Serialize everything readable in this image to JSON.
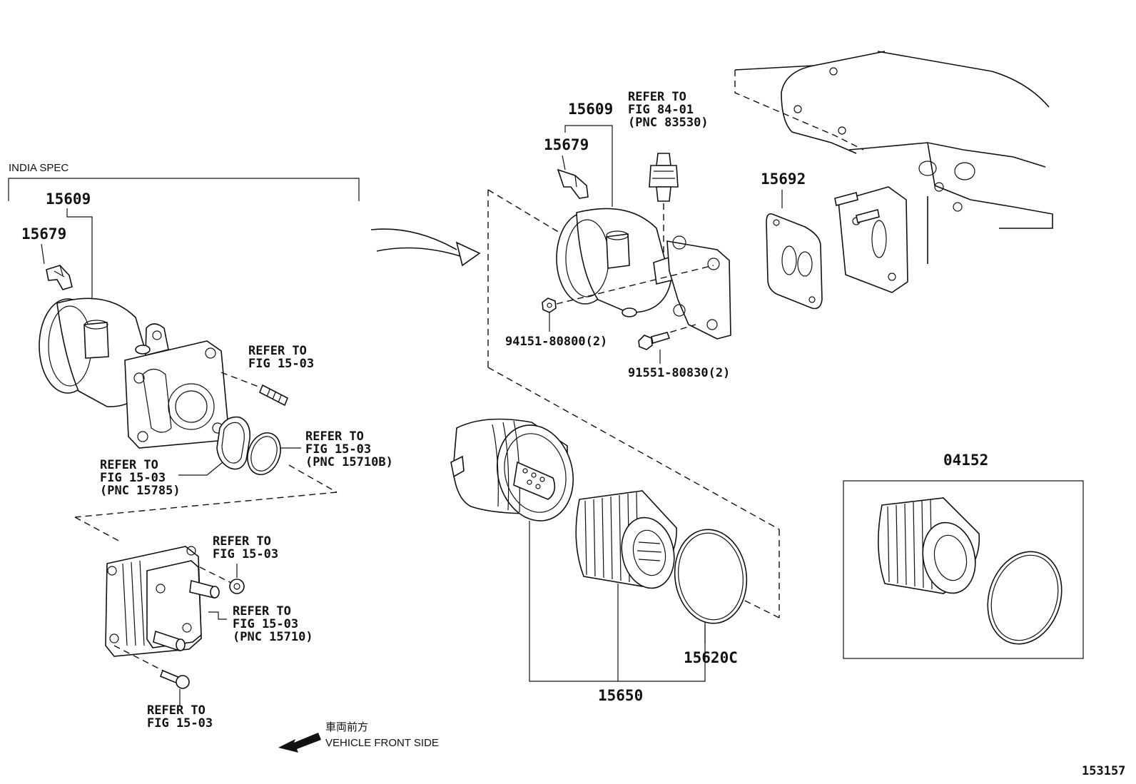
{
  "labels": {
    "india_spec": "INDIA SPEC",
    "pn_15609_left": "15609",
    "pn_15679_left": "15679",
    "refer_left_stud_1": "REFER TO",
    "refer_left_stud_2": "FIG 15-03",
    "refer_oring_1": "REFER TO",
    "refer_oring_2": "FIG 15-03",
    "refer_oring_3": "(PNC 15710B)",
    "refer_gasket_1": "REFER TO",
    "refer_gasket_2": "FIG 15-03",
    "refer_gasket_3": "(PNC 15785)",
    "refer_nut_1": "REFER TO",
    "refer_nut_2": "FIG 15-03",
    "refer_cooler_1": "REFER TO",
    "refer_cooler_2": "FIG 15-03",
    "refer_cooler_3": "(PNC 15710)",
    "refer_bolt_1": "REFER TO",
    "refer_bolt_2": "FIG 15-03",
    "front_jp": "車両前方",
    "front_en": "VEHICLE FRONT SIDE",
    "pn_15609_center": "15609",
    "pn_15679_center": "15679",
    "refer_switch_1": "REFER TO",
    "refer_switch_2": "FIG 84-01",
    "refer_switch_3": "(PNC 83530)",
    "pn_94151": "94151-80800(2)",
    "pn_91551": "91551-80830(2)",
    "pn_15692": "15692",
    "pn_15650": "15650",
    "pn_15620c": "15620C",
    "pn_04152": "04152",
    "figure_number": "153157"
  },
  "icons": {
    "arrow": "curved-arrow-icon",
    "front_arrow": "front-direction-arrow-icon"
  }
}
